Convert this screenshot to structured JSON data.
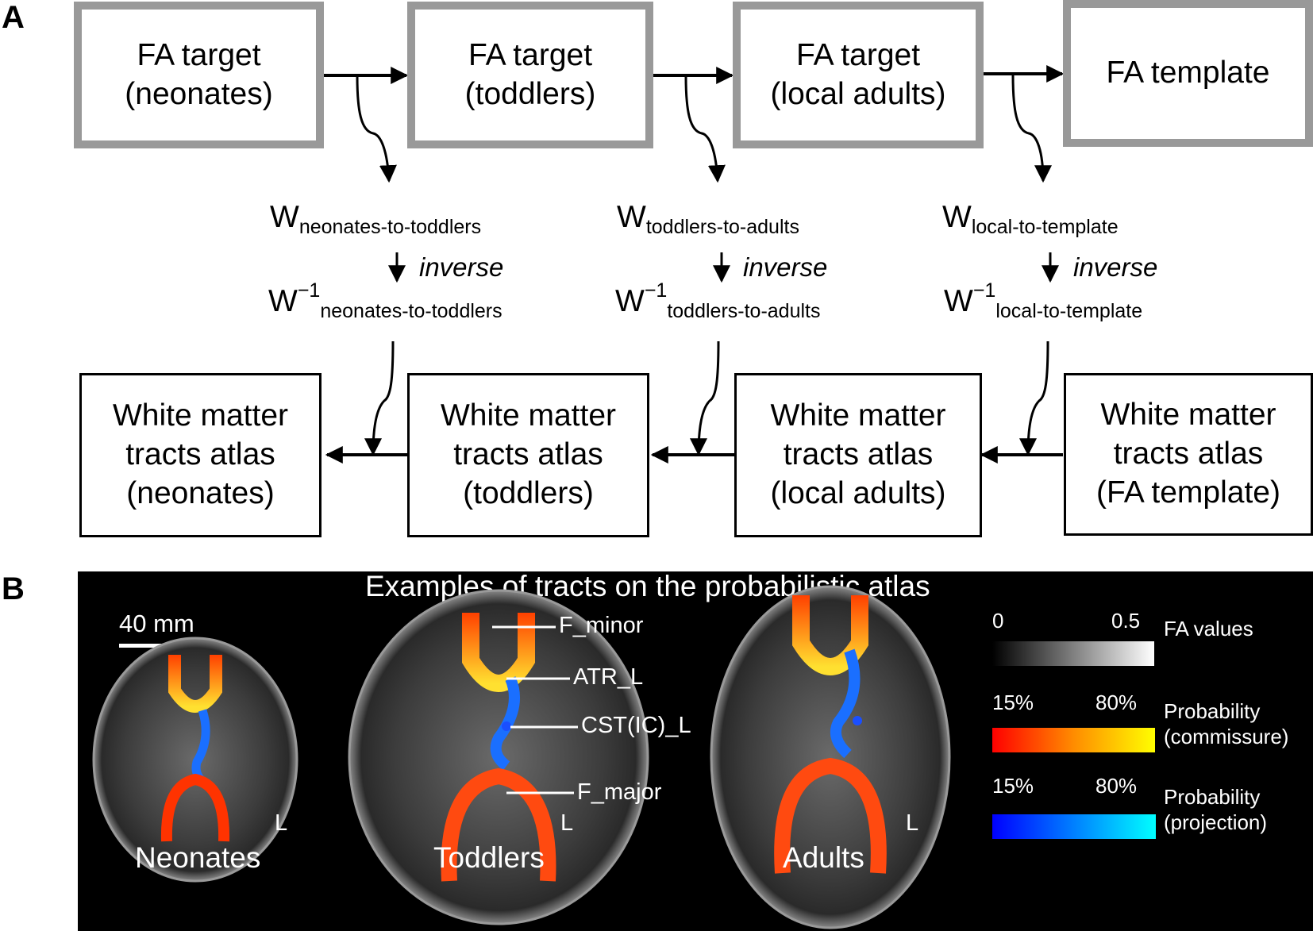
{
  "panel_a": {
    "letter": "A",
    "top_boxes": [
      {
        "line1": "FA target",
        "line2": "(neonates)"
      },
      {
        "line1": "FA target",
        "line2": "(toddlers)"
      },
      {
        "line1": "FA target",
        "line2": "(local adults)"
      },
      {
        "line1": "FA template",
        "line2": ""
      }
    ],
    "transforms": [
      {
        "w": "W",
        "sub": "neonates-to-toddlers",
        "inverse_label": "inverse",
        "winv": "W",
        "sup": "−1",
        "inv_sub": "neonates-to-toddlers"
      },
      {
        "w": "W",
        "sub": "toddlers-to-adults",
        "inverse_label": "inverse",
        "winv": "W",
        "sup": "−1",
        "inv_sub": "toddlers-to-adults"
      },
      {
        "w": "W",
        "sub": "local-to-template",
        "inverse_label": "inverse",
        "winv": "W",
        "sup": "−1",
        "inv_sub": "local-to-template"
      }
    ],
    "bottom_boxes": [
      {
        "line1": "White matter",
        "line2": "tracts atlas",
        "line3": "(neonates)"
      },
      {
        "line1": "White matter",
        "line2": "tracts atlas",
        "line3": "(toddlers)"
      },
      {
        "line1": "White matter",
        "line2": "tracts atlas",
        "line3": "(local adults)"
      },
      {
        "line1": "White matter",
        "line2": "tracts atlas",
        "line3": "(FA template)"
      }
    ]
  },
  "panel_b": {
    "letter": "B",
    "title": "Examples of tracts on the probabilistic atlas",
    "scale_bar": "40 mm",
    "groups": [
      "Neonates",
      "Toddlers",
      "Adults"
    ],
    "side_marker": "L",
    "tract_labels": [
      "F_minor",
      "ATR_L",
      "CST(IC)_L",
      "F_major"
    ],
    "legends": [
      {
        "min": "0",
        "max": "0.5",
        "label1": "FA values",
        "label2": "",
        "colors": [
          "#000000",
          "#ffffff"
        ]
      },
      {
        "min": "15%",
        "max": "80%",
        "label1": "Probability",
        "label2": "(commissure)",
        "colors": [
          "#ff0000",
          "#ff8c00",
          "#ffff00"
        ]
      },
      {
        "min": "15%",
        "max": "80%",
        "label1": "Probability",
        "label2": "(projection)",
        "colors": [
          "#0000ff",
          "#0080ff",
          "#00ffff"
        ]
      }
    ]
  }
}
